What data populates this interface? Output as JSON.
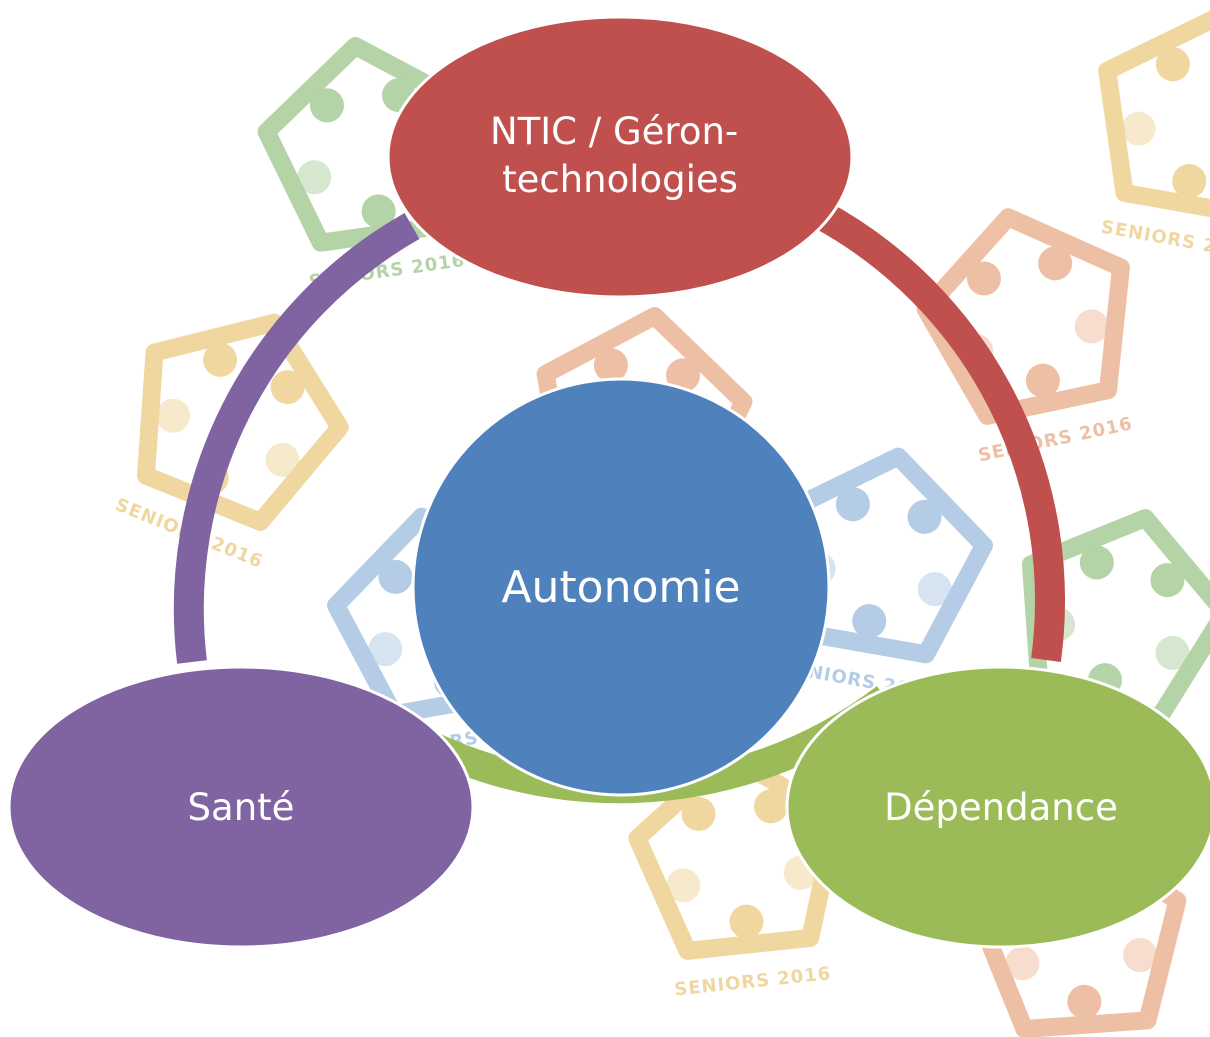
{
  "diagram": {
    "center": {
      "label": "Autonomie",
      "color": "#4f81bd"
    },
    "nodes": [
      {
        "id": "ntic",
        "lines": [
          "NTIC / Géron-",
          "technologies"
        ],
        "color": "#c0504d"
      },
      {
        "id": "dependance",
        "lines": [
          "Dépendance"
        ],
        "color": "#9bbb59"
      },
      {
        "id": "sante",
        "lines": [
          "Santé"
        ],
        "color": "#8064a2"
      }
    ]
  },
  "background_logos": {
    "caption": "SENIORS 2016",
    "colors": [
      "#5a9e3c",
      "#e0a82e",
      "#d9763b",
      "#5b8fc7"
    ]
  }
}
